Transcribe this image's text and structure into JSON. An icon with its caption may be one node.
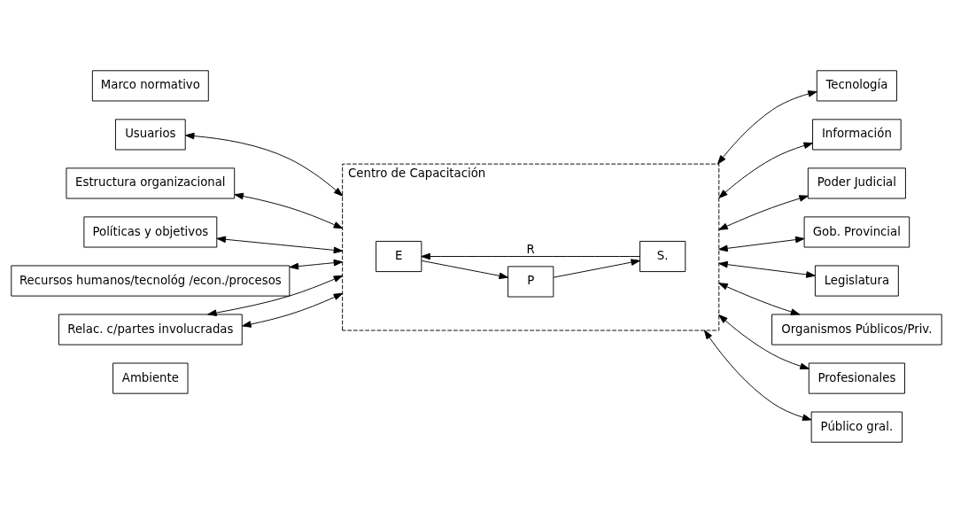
{
  "diagram": {
    "nodes": [
      {
        "text": [
          "Ambiente"
        ]
      },
      {
        "text": [
          "Centro de Capacitación"
        ]
      },
      {
        "text": [
          "E"
        ],
        "in": 1
      },
      {
        "text": [
          "P"
        ],
        "in": 1
      },
      {
        "text": [
          "S."
        ],
        "in": 1
      },
      {
        "text": [
          "Usuarios"
        ]
      },
      {
        "text": [
          "Estructura organizacional"
        ]
      },
      {
        "text": [
          "Políticas y objetivos"
        ]
      },
      {
        "text": [
          "Recursos humanos/tecnológ /econ./procesos"
        ]
      },
      {
        "text": [
          "Relac. c/partes involucradas"
        ]
      },
      {
        "text": [
          "Marco normativo"
        ]
      },
      {
        "text": [
          "Tecnología"
        ]
      },
      {
        "text": [
          "Información"
        ]
      },
      {
        "text": [
          "Poder Judicial"
        ]
      },
      {
        "text": [
          "Gob. Provincial"
        ]
      },
      {
        "text": [
          "Legislatura"
        ]
      },
      {
        "text": [
          "Organismos Públicos/Priv."
        ]
      },
      {
        "text": [
          "Profesionales"
        ]
      },
      {
        "text": [
          "Público gral."
        ]
      }
    ],
    "edges": [
      {
        "from": 2,
        "to": 3,
        "arrow": "to"
      },
      {
        "from": 3,
        "to": 4,
        "arrow": "to"
      },
      {
        "from": 4,
        "to": 2,
        "arrow": "to",
        "label": "R"
      },
      {
        "from": 5,
        "to": 1,
        "arrow": "both"
      },
      {
        "from": 6,
        "to": 1,
        "arrow": "both"
      },
      {
        "from": 7,
        "to": 1,
        "arrow": "both"
      },
      {
        "from": 8,
        "to": 1,
        "arrow": "both"
      },
      {
        "from": 9,
        "to": 1,
        "arrow": "both"
      },
      {
        "from": 9,
        "to": 1,
        "arrow": "both"
      },
      {
        "from": 1,
        "to": 11,
        "arrow": "both"
      },
      {
        "from": 1,
        "to": 12,
        "arrow": "both"
      },
      {
        "from": 1,
        "to": 13,
        "arrow": "both"
      },
      {
        "from": 1,
        "to": 14,
        "arrow": "both"
      },
      {
        "from": 1,
        "to": 15,
        "arrow": "both"
      },
      {
        "from": 1,
        "to": 16,
        "arrow": "both"
      },
      {
        "from": 1,
        "to": 17,
        "arrow": "both"
      },
      {
        "from": 1,
        "to": 18,
        "arrow": "both"
      }
    ]
  }
}
